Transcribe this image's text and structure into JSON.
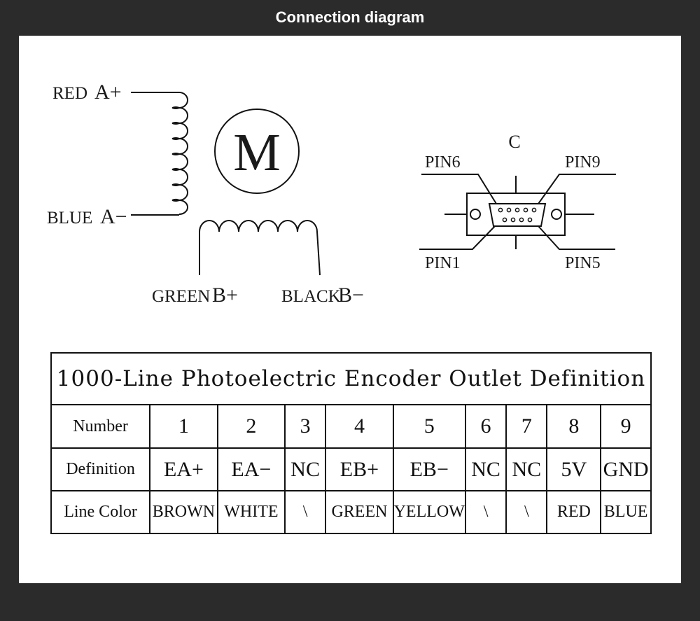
{
  "header": {
    "title": "Connection diagram"
  },
  "motor": {
    "symbol": "M",
    "wires": {
      "a_plus": {
        "color": "RED",
        "terminal": "A+"
      },
      "a_minus": {
        "color": "BLUE",
        "terminal": "A−"
      },
      "b_plus": {
        "color": "GREEN",
        "terminal": "B+"
      },
      "b_minus": {
        "color": "BLACK",
        "terminal": "B−"
      }
    }
  },
  "connector": {
    "label": "C",
    "pins": {
      "top_left": "PIN6",
      "top_right": "PIN9",
      "bottom_left": "PIN1",
      "bottom_right": "PIN5"
    }
  },
  "table": {
    "title": "1000-Line Photoelectric Encoder Outlet Definition",
    "row_headers": {
      "number": "Number",
      "definition": "Definition",
      "line_color": "Line Color"
    },
    "columns": [
      {
        "number": "1",
        "definition": "EA+",
        "color": "BROWN"
      },
      {
        "number": "2",
        "definition": "EA−",
        "color": "WHITE"
      },
      {
        "number": "3",
        "definition": "NC",
        "color": "\\"
      },
      {
        "number": "4",
        "definition": "EB+",
        "color": "GREEN"
      },
      {
        "number": "5",
        "definition": "EB−",
        "color": "YELLOW"
      },
      {
        "number": "6",
        "definition": "NC",
        "color": "\\"
      },
      {
        "number": "7",
        "definition": "NC",
        "color": "\\"
      },
      {
        "number": "8",
        "definition": "5V",
        "color": "RED"
      },
      {
        "number": "9",
        "definition": "GND",
        "color": "BLUE"
      }
    ]
  }
}
